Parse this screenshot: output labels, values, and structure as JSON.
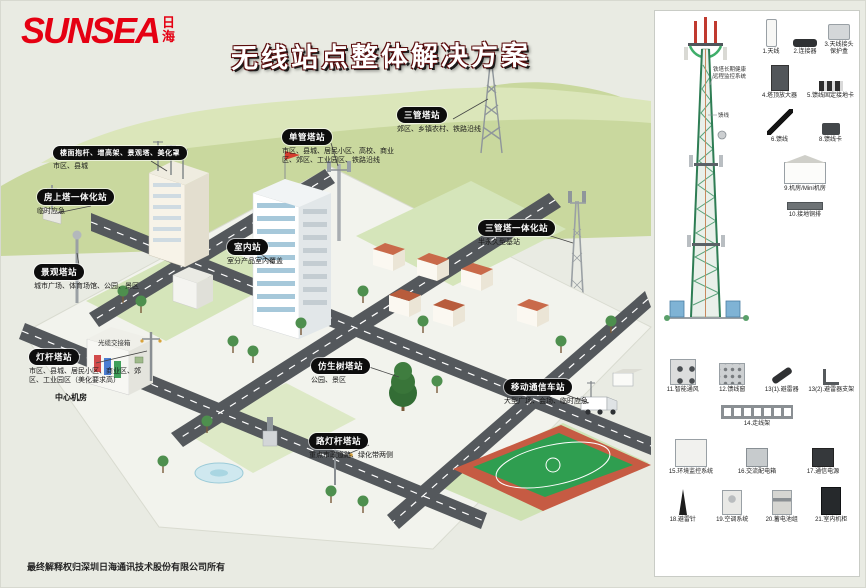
{
  "logo": {
    "brand": "SUNSEA",
    "cn": "日海"
  },
  "title": "无线站点整体解决方案",
  "footer": "最终解释权归深圳日海通讯技术股份有限公司所有",
  "scene_labels": {
    "center_room": "中心机房",
    "fiber_box": "光缆交接箱"
  },
  "callouts": [
    {
      "title": "楼面抱杆、增高架、景观塔、美化罩",
      "sub": "市区、县城"
    },
    {
      "title": "房上塔一体化站",
      "sub": "临时应急"
    },
    {
      "title": "景观塔站",
      "sub": "城市广场、体育场馆、公园、景区"
    },
    {
      "title": "室内站",
      "sub": "室分产品室内覆盖"
    },
    {
      "title": "灯杆塔站",
      "sub": "市区、县城、居民小区、商业区、郊区、工业园区（美化要求高）"
    },
    {
      "title": "单管塔站",
      "sub": "市区、县城、居民小区、高校、商业区、郊区、工业园区、铁路沿线"
    },
    {
      "title": "三管塔站",
      "sub": "郊区、乡镇农村、铁路沿线"
    },
    {
      "title": "三管塔一体化站",
      "sub": "半永久型基站"
    },
    {
      "title": "仿生树塔站",
      "sub": "公园、景区"
    },
    {
      "title": "移动通信车站",
      "sub": "大型广场、会场、临时应急"
    },
    {
      "title": "路灯杆塔站",
      "sub": "重点市政道路、绿化带两侧"
    }
  ],
  "sidebar": {
    "notes": [
      {
        "text": "铁塔长期健康远程监控系统"
      },
      {
        "text": "馈线"
      }
    ],
    "items": [
      {
        "label": "1.天线",
        "icon": "antenna-icon"
      },
      {
        "label": "2.连接器",
        "icon": "connector-icon"
      },
      {
        "label": "3.天线接头保护盒",
        "icon": "connector-protect-box-icon"
      },
      {
        "label": "4.塔顶放大器",
        "icon": "tower-amplifier-icon"
      },
      {
        "label": "5.馈线固定接地卡",
        "icon": "feeder-ground-clip-icon"
      },
      {
        "label": "6.馈线",
        "icon": "feeder-cable-icon"
      },
      {
        "label": "8.馈线卡",
        "icon": "feeder-clamp-icon"
      },
      {
        "label": "9.机房/Mini机房",
        "icon": "shelter-icon"
      },
      {
        "label": "10.接地铜排",
        "icon": "ground-busbar-icon"
      },
      {
        "label": "11.智能通风",
        "icon": "ventilation-icon"
      },
      {
        "label": "12.馈线窗",
        "icon": "feeder-window-icon"
      },
      {
        "label": "13(1).避雷器",
        "icon": "arrester-icon"
      },
      {
        "label": "13(2).避雷器支架",
        "icon": "arrester-bracket-icon"
      },
      {
        "label": "14.走线架",
        "icon": "cable-ladder-icon"
      },
      {
        "label": "15.环境监控系统",
        "icon": "env-monitor-icon"
      },
      {
        "label": "16.交流配电箱",
        "icon": "ac-distribution-box-icon"
      },
      {
        "label": "17.通信电源",
        "icon": "telecom-power-icon"
      },
      {
        "label": "18.避雷针",
        "icon": "lightning-rod-icon"
      },
      {
        "label": "19.空调系统",
        "icon": "air-conditioner-icon"
      },
      {
        "label": "20.蓄电池组",
        "icon": "battery-icon"
      },
      {
        "label": "21.室内机柜",
        "icon": "indoor-cabinet-icon"
      }
    ]
  }
}
